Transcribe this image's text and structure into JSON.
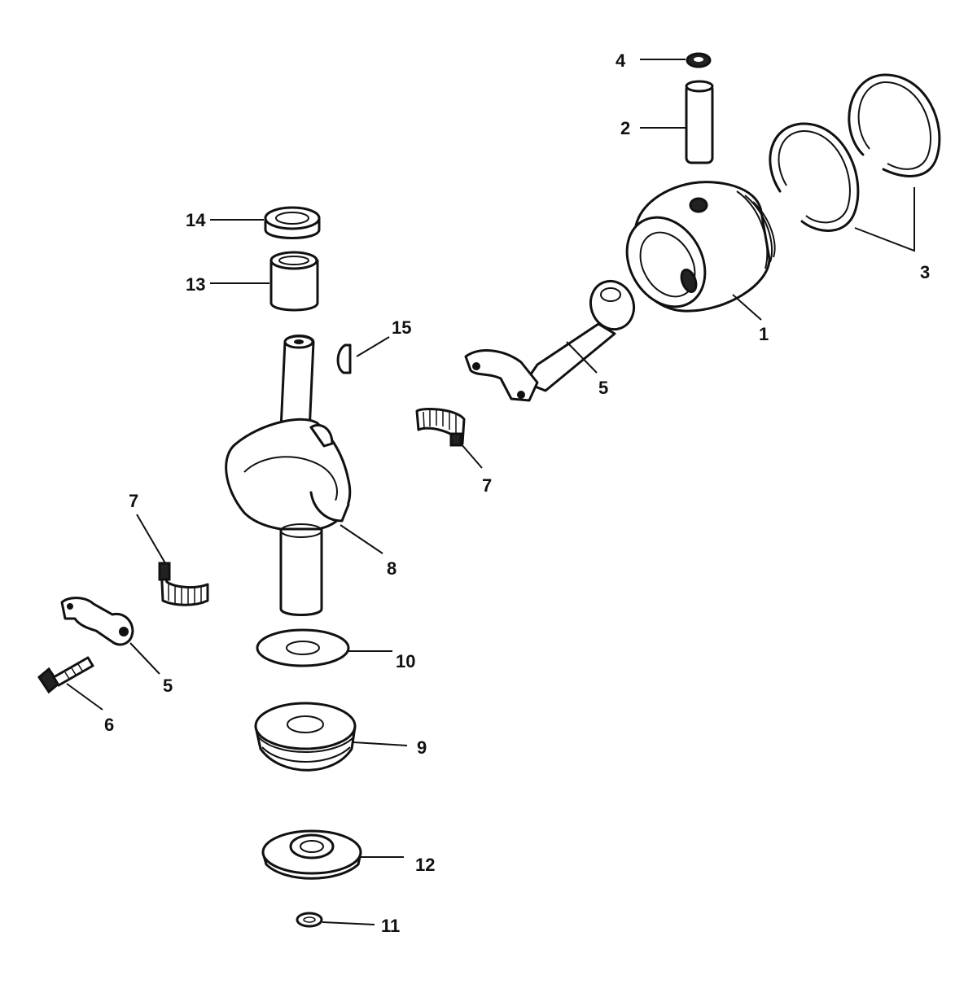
{
  "callouts": {
    "c1": "1",
    "c2": "2",
    "c3": "3",
    "c4": "4",
    "c5a": "5",
    "c5b": "5",
    "c6": "6",
    "c7a": "7",
    "c7b": "7",
    "c8": "8",
    "c9": "9",
    "c10": "10",
    "c11": "11",
    "c12": "12",
    "c13": "13",
    "c14": "14",
    "c15": "15"
  }
}
